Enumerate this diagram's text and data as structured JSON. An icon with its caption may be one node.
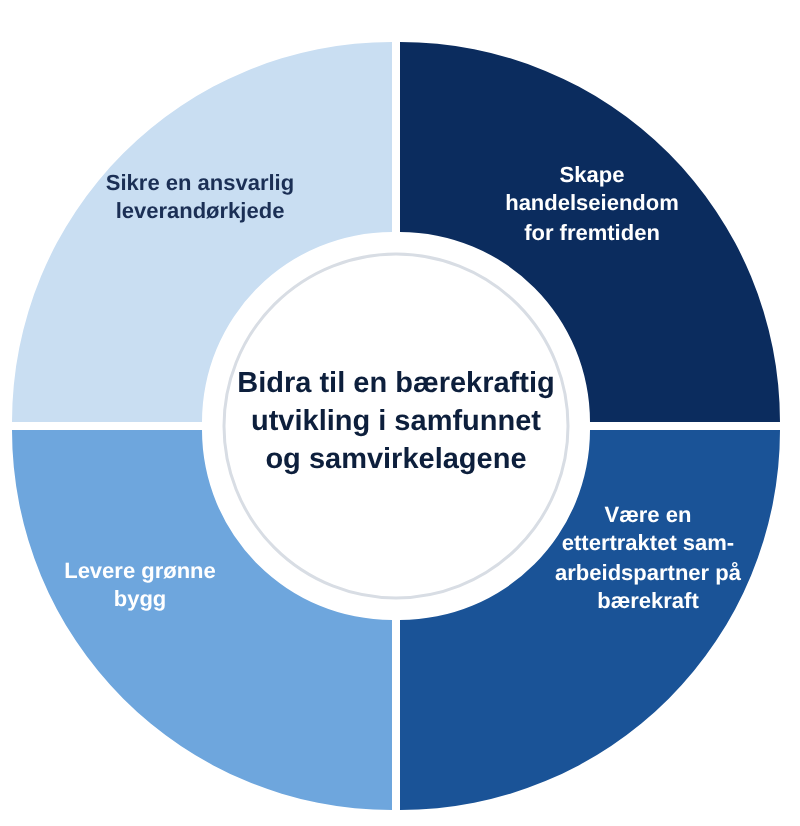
{
  "diagram": {
    "nodes": [
      {
        "text": [
          "Sikre en ansvarlig leverandørkjede"
        ]
      },
      {
        "text": [
          "Skape handelseiendom for fremtiden"
        ]
      },
      {
        "text": [
          "Bidra til en bærekraftig utvikling i samfunnet og samvirkelagene"
        ]
      },
      {
        "text": [
          "Levere grønne bygg"
        ]
      },
      {
        "text": [
          "Være en ettertraktet sam-arbeidspartner på bærekraft"
        ]
      }
    ]
  }
}
